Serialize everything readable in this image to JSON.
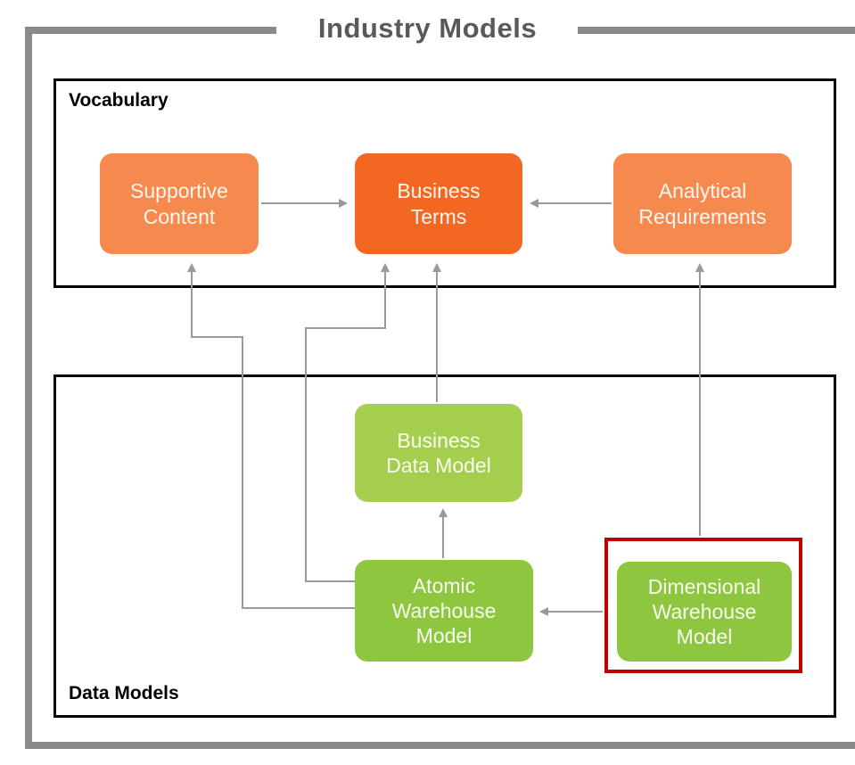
{
  "diagram": {
    "title": "Industry Models",
    "groups": {
      "vocabulary": {
        "label": "Vocabulary"
      },
      "data_models": {
        "label": "Data Models"
      }
    },
    "nodes": {
      "supportive_content": {
        "label": "Supportive Content"
      },
      "business_terms": {
        "label": "Business Terms"
      },
      "analytical_requirements": {
        "label": "Analytical Requirements"
      },
      "business_data_model": {
        "label": "Business Data Model"
      },
      "atomic_warehouse_model": {
        "label": "Atomic Warehouse Model"
      },
      "dimensional_warehouse_model": {
        "label": "Dimensional Warehouse Model"
      }
    },
    "edges": [
      {
        "from": "supportive_content",
        "to": "business_terms"
      },
      {
        "from": "analytical_requirements",
        "to": "business_terms"
      },
      {
        "from": "business_data_model",
        "to": "business_terms"
      },
      {
        "from": "atomic_warehouse_model",
        "to": "business_data_model"
      },
      {
        "from": "atomic_warehouse_model",
        "to": "business_terms"
      },
      {
        "from": "atomic_warehouse_model",
        "to": "supportive_content"
      },
      {
        "from": "dimensional_warehouse_model",
        "to": "atomic_warehouse_model"
      },
      {
        "from": "dimensional_warehouse_model",
        "to": "analytical_requirements"
      }
    ],
    "highlight": {
      "node": "dimensional_warehouse_model",
      "color": "#c00000"
    },
    "colors": {
      "orange_light": "#f6894d",
      "orange_dark": "#f26722",
      "green_light": "#a6ce4e",
      "green_dark": "#8ec640",
      "highlight_red": "#c00000",
      "arrow_gray": "#999999",
      "frame_gray": "#8a8a8a",
      "title_gray": "#58595b"
    }
  }
}
